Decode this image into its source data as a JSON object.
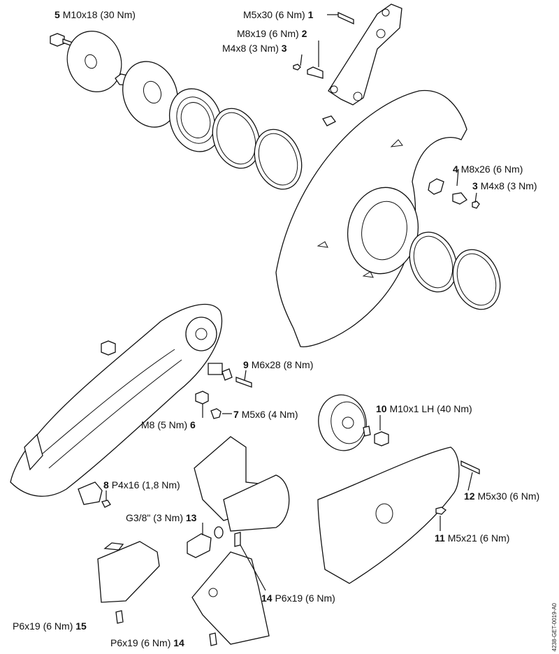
{
  "labels": [
    {
      "id": "l5a",
      "num": "5",
      "spec": "M10x18 (30 Nm)"
    },
    {
      "id": "l1",
      "num": "1",
      "spec": "M5x30 (6 Nm)"
    },
    {
      "id": "l2",
      "num": "2",
      "spec": "M8x19 (6 Nm)"
    },
    {
      "id": "l3a",
      "num": "3",
      "spec": "M4x8 (3 Nm)"
    },
    {
      "id": "l4",
      "num": "4",
      "spec": "M8x26 (6 Nm)"
    },
    {
      "id": "l3b",
      "num": "3",
      "spec": "M4x8 (3 Nm)"
    },
    {
      "id": "l9",
      "num": "9",
      "spec": "M6x28 (8 Nm)"
    },
    {
      "id": "l7",
      "num": "7",
      "spec": "M5x6 (4 Nm)"
    },
    {
      "id": "l6",
      "num": "6",
      "spec": "M8 (5 Nm)"
    },
    {
      "id": "l10",
      "num": "10",
      "spec": "M10x1 LH (40 Nm)"
    },
    {
      "id": "l8",
      "num": "8",
      "spec": "P4x16 (1,8 Nm)"
    },
    {
      "id": "l12",
      "num": "12",
      "spec": "M5x30 (6 Nm)"
    },
    {
      "id": "l13",
      "num": "13",
      "spec": "G3/8\" (3 Nm)"
    },
    {
      "id": "l11",
      "num": "11",
      "spec": "M5x21 (6 Nm)"
    },
    {
      "id": "l14a",
      "num": "14",
      "spec": "P6x19 (6 Nm)"
    },
    {
      "id": "l15",
      "num": "15",
      "spec": "P6x19 (6 Nm)"
    },
    {
      "id": "l14b",
      "num": "14",
      "spec": "P6x19 (6 Nm)"
    }
  ],
  "doc_id": "4238-GET-0019-A0"
}
